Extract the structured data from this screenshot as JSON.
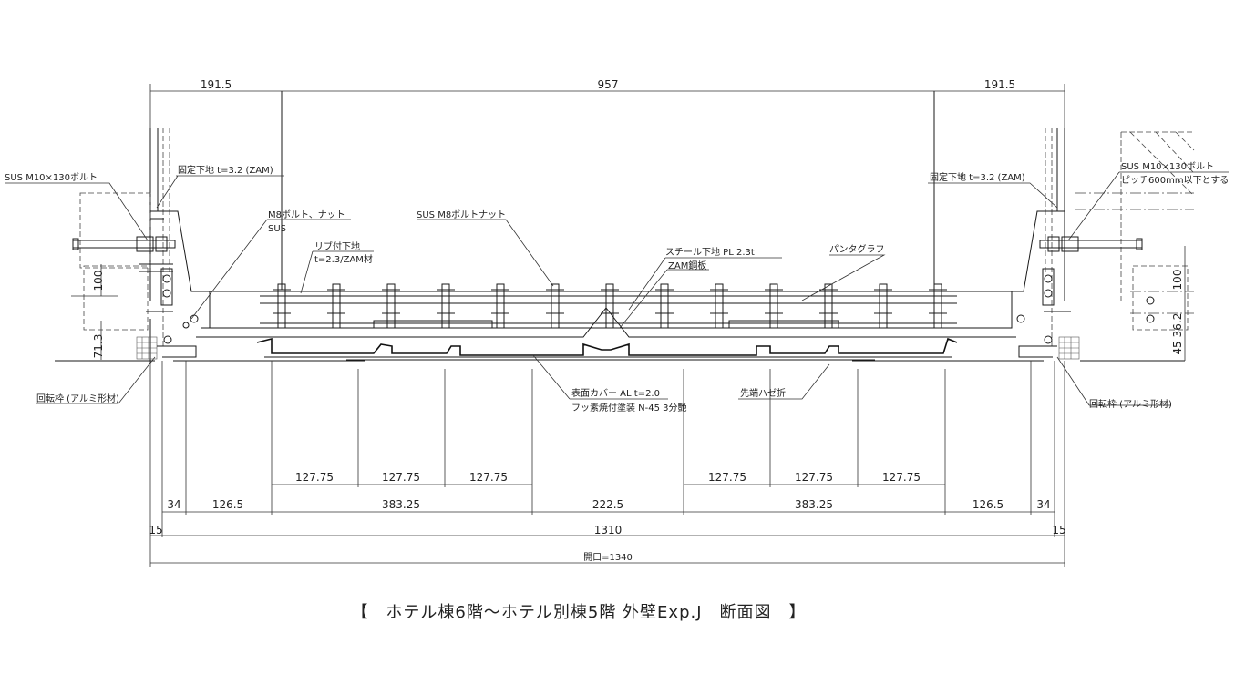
{
  "title": "【　ホテル棟6階～ホテル別棟5階  外壁Exp.J　断面図　】",
  "top_dimensions": [
    "191.5",
    "957",
    "191.5"
  ],
  "sub_dimensions_left": [
    "127.75",
    "127.75",
    "127.75"
  ],
  "sub_dimensions_right": [
    "127.75",
    "127.75",
    "127.75"
  ],
  "main_dimensions": [
    "34",
    "126.5",
    "383.25",
    "222.5",
    "383.25",
    "126.5",
    "34"
  ],
  "span_dimensions": {
    "left_gap": "15",
    "span": "1310",
    "right_gap": "15"
  },
  "opening": "開口=1340",
  "side_dimensions": {
    "left_100": "100",
    "left_71": "71.3",
    "right_100": "100",
    "right_36": "36.2",
    "right_45": "45"
  },
  "labels": {
    "sus_bolt_left": "SUS M10×130ボルト",
    "fixed_base_left": "固定下地 t=3.2 (ZAM)",
    "m8_bolt_nut": "M8ボルト、ナット",
    "sus": "SUS",
    "ribbed_base_1": "リブ付下地",
    "ribbed_base_2": "t=2.3/ZAM材",
    "sus_m8": "SUS  M8ボルトナット",
    "steel_base": "スチール下地  PL  2.3t",
    "zam_plate": "ZAM鋼板",
    "pantograph": "パンタグラフ",
    "fixed_base_right": "固定下地 t=3.2 (ZAM)",
    "sus_bolt_right": "SUS M10×130ボルト",
    "pitch": "ピッチ600mm以下とする",
    "cover_1": "表面カバー AL t=2.0",
    "cover_2": "フッ素焼付塗装  N-45  3分艶",
    "tip_seam": "先端ハゼ折",
    "rotating_frame_left": "回転枠 (アルミ形材)",
    "rotating_frame_right": "回転枠 (アルミ形材)"
  }
}
